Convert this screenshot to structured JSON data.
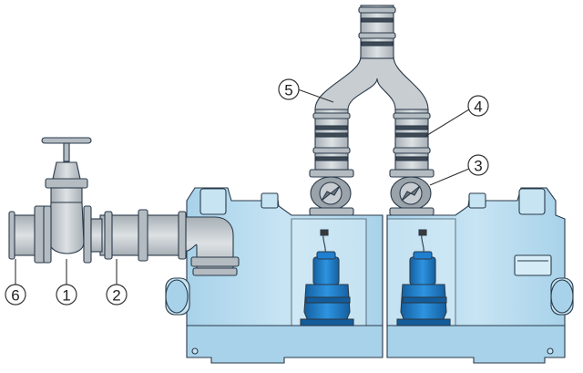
{
  "callouts": [
    {
      "id": "1",
      "label": "1",
      "part": "valve"
    },
    {
      "id": "2",
      "label": "2",
      "part": "inlet-pipe"
    },
    {
      "id": "3",
      "label": "3",
      "part": "check-valve"
    },
    {
      "id": "4",
      "label": "4",
      "part": "discharge-pipe"
    },
    {
      "id": "5",
      "label": "5",
      "part": "y-junction"
    },
    {
      "id": "6",
      "label": "6",
      "part": "inlet-flange"
    }
  ],
  "colors": {
    "tank_fill": "#b9dcef",
    "tank_dark": "#8fc2de",
    "pipe_fill": "#c8cdd1",
    "pipe_dark": "#9aa3aa",
    "pump_fill": "#1f7fd0",
    "pump_dark": "#135c9c",
    "outline": "#2a3a4a"
  }
}
